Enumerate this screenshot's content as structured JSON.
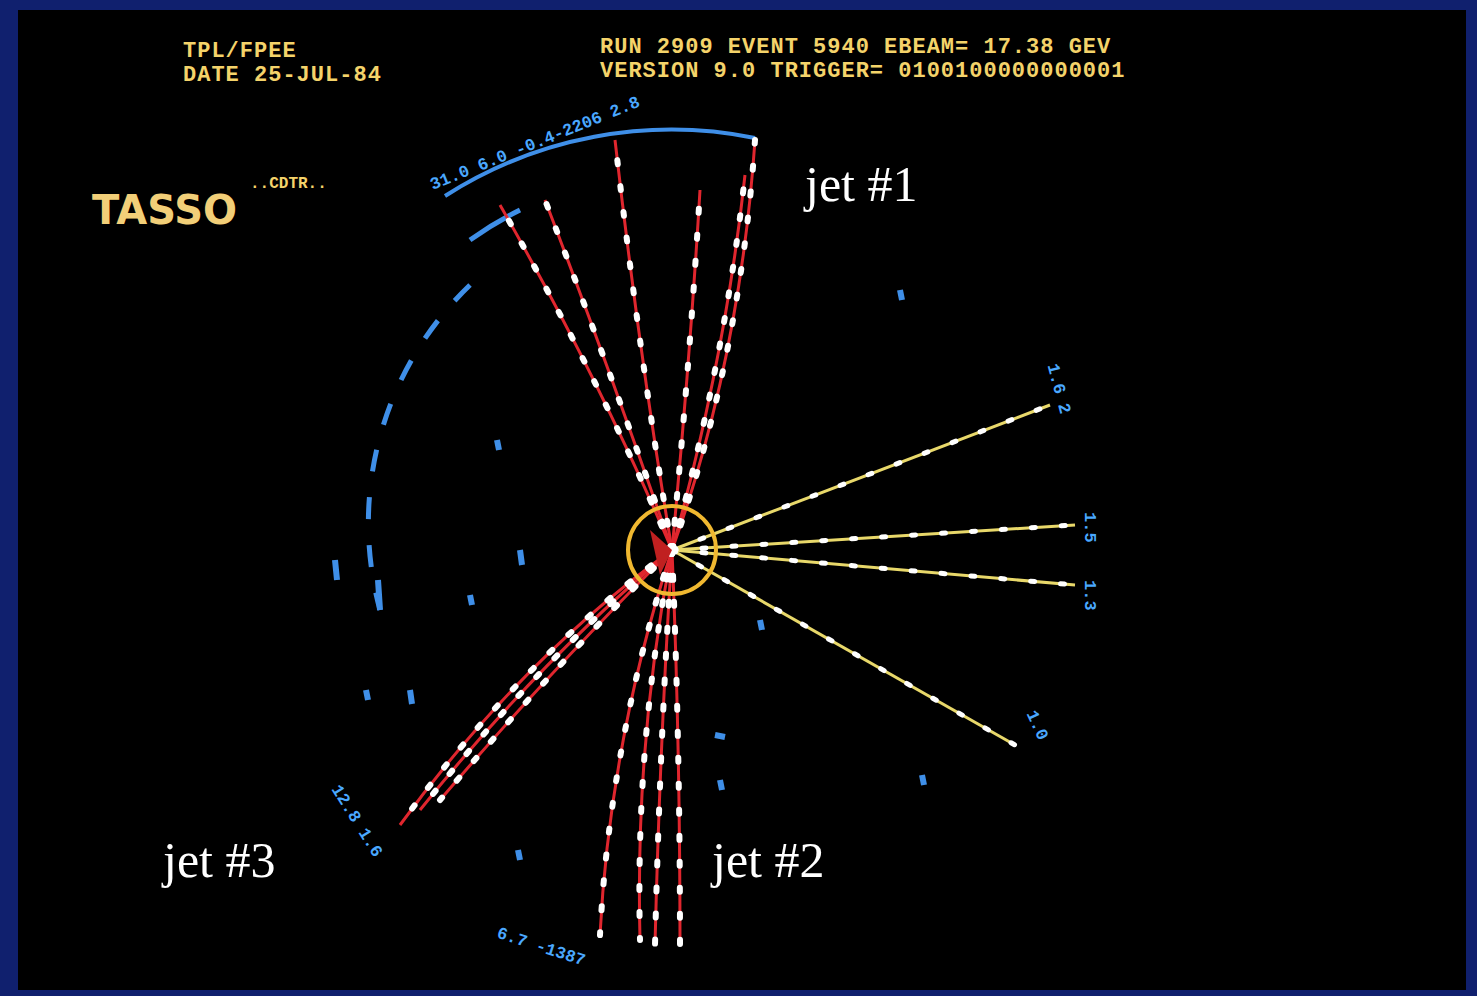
{
  "diagram": {
    "labels": [
      "TPL/FPEE",
      "DATE 25-JUL-84",
      "RUN 2909 EVENT 5940 EBEAM= 17.38 GEV",
      "VERSION 9.0 TRIGGER= 0100100000000001",
      "TASSO",
      "..CDTR..",
      "jet #1",
      "jet #2",
      "jet #3",
      "31.0 6.0 -0.4-2206 2.8",
      "12.8 1.6",
      "6.7 -1387",
      "1.6 2",
      "1.5",
      "1.3",
      "1.0"
    ]
  }
}
